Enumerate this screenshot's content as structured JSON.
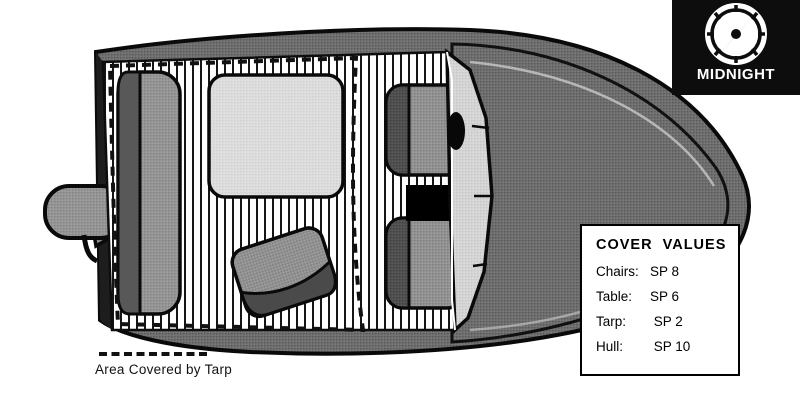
{
  "document": {
    "title": "Boat Deck Plan - Cover Values",
    "subject": "boat-top-view-diagram"
  },
  "logo": {
    "brand": "MIDNIGHT",
    "icon": "compass-icon",
    "background_color": "#0d0d0d",
    "text_color": "#ffffff"
  },
  "cover_panel": {
    "title": "COVER  VALUES",
    "rows": [
      {
        "label": "Chairs:",
        "value": "SP 8"
      },
      {
        "label": "Table:",
        "value": "SP 6"
      },
      {
        "label": "Tarp:",
        "value": " SP 2"
      },
      {
        "label": "Hull:",
        "value": " SP 10"
      }
    ]
  },
  "legend": {
    "label": "Area Covered by Tarp",
    "line_style": "dashed"
  },
  "diagram": {
    "view": "top-down boat deck plan",
    "parts": [
      {
        "name": "hull",
        "label": "Hull",
        "cover_value": "SP 10"
      },
      {
        "name": "bow-deck",
        "label": "Bow Deck"
      },
      {
        "name": "outboard-motor",
        "label": "Outboard Motor"
      },
      {
        "name": "stern-bench",
        "label": "Stern Bench"
      },
      {
        "name": "table",
        "label": "Table",
        "cover_value": "SP 6"
      },
      {
        "name": "chair-port",
        "label": "Chair (Port)",
        "cover_value": "SP 8"
      },
      {
        "name": "chair-starboard",
        "label": "Chair (Starboard)",
        "cover_value": "SP 8"
      },
      {
        "name": "loose-cushion",
        "label": "Loose Cushion"
      },
      {
        "name": "console",
        "label": "Console"
      },
      {
        "name": "windshield",
        "label": "Windshield"
      },
      {
        "name": "tarp-boundary",
        "label": "Tarp Boundary",
        "cover_value": "SP 2"
      }
    ],
    "colors": {
      "hull_dark": "#2b2b2b",
      "bow_gray": "#6e6e6e",
      "deck_stripe": "#1a1a1a",
      "bench_gray": "#919191",
      "table_light": "#d9d9d9",
      "chair_gray": "#8e8e8e",
      "chair_dark": "#4d4d4d",
      "console_black": "#000000",
      "windshield_light": "#d2d2d2",
      "outline": "#000000"
    }
  }
}
